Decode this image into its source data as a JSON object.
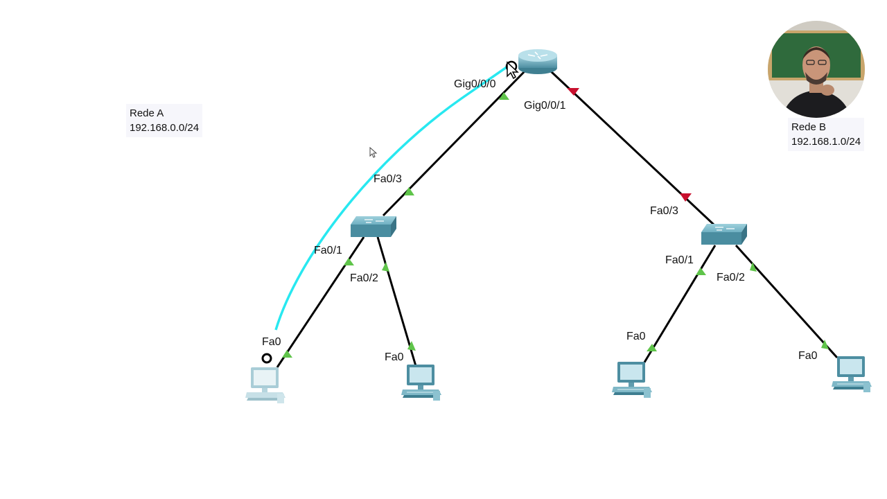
{
  "notes": {
    "rede_a": {
      "title": "Rede A",
      "subnet": "192.168.0.0/24"
    },
    "rede_b": {
      "title": "Rede B",
      "subnet": "192.168.1.0/24"
    }
  },
  "ports": {
    "router_gig000": "Gig0/0/0",
    "router_gig001": "Gig0/0/1",
    "switch_a_uplink": "Fa0/3",
    "switch_a_p1": "Fa0/1",
    "switch_a_p2": "Fa0/2",
    "pc_a1": "Fa0",
    "pc_a2": "Fa0",
    "switch_b_uplink": "Fa0/3",
    "switch_b_p1": "Fa0/1",
    "switch_b_p2": "Fa0/2",
    "pc_b1": "Fa0",
    "pc_b2": "Fa0"
  },
  "link_status": {
    "router_switch_a": "up",
    "router_switch_b": "down"
  },
  "colors": {
    "link_up": "#5fc44a",
    "link_down": "#c8102e",
    "cable": "#000000",
    "drawing_cable": "#28e8f0",
    "device_teal": "#4d97aa",
    "note_bg": "#f6f6fb"
  },
  "icons": {
    "router": "router-icon",
    "switch": "switch-icon",
    "pc": "pc-icon",
    "cursor": "mouse-pointer-icon"
  }
}
